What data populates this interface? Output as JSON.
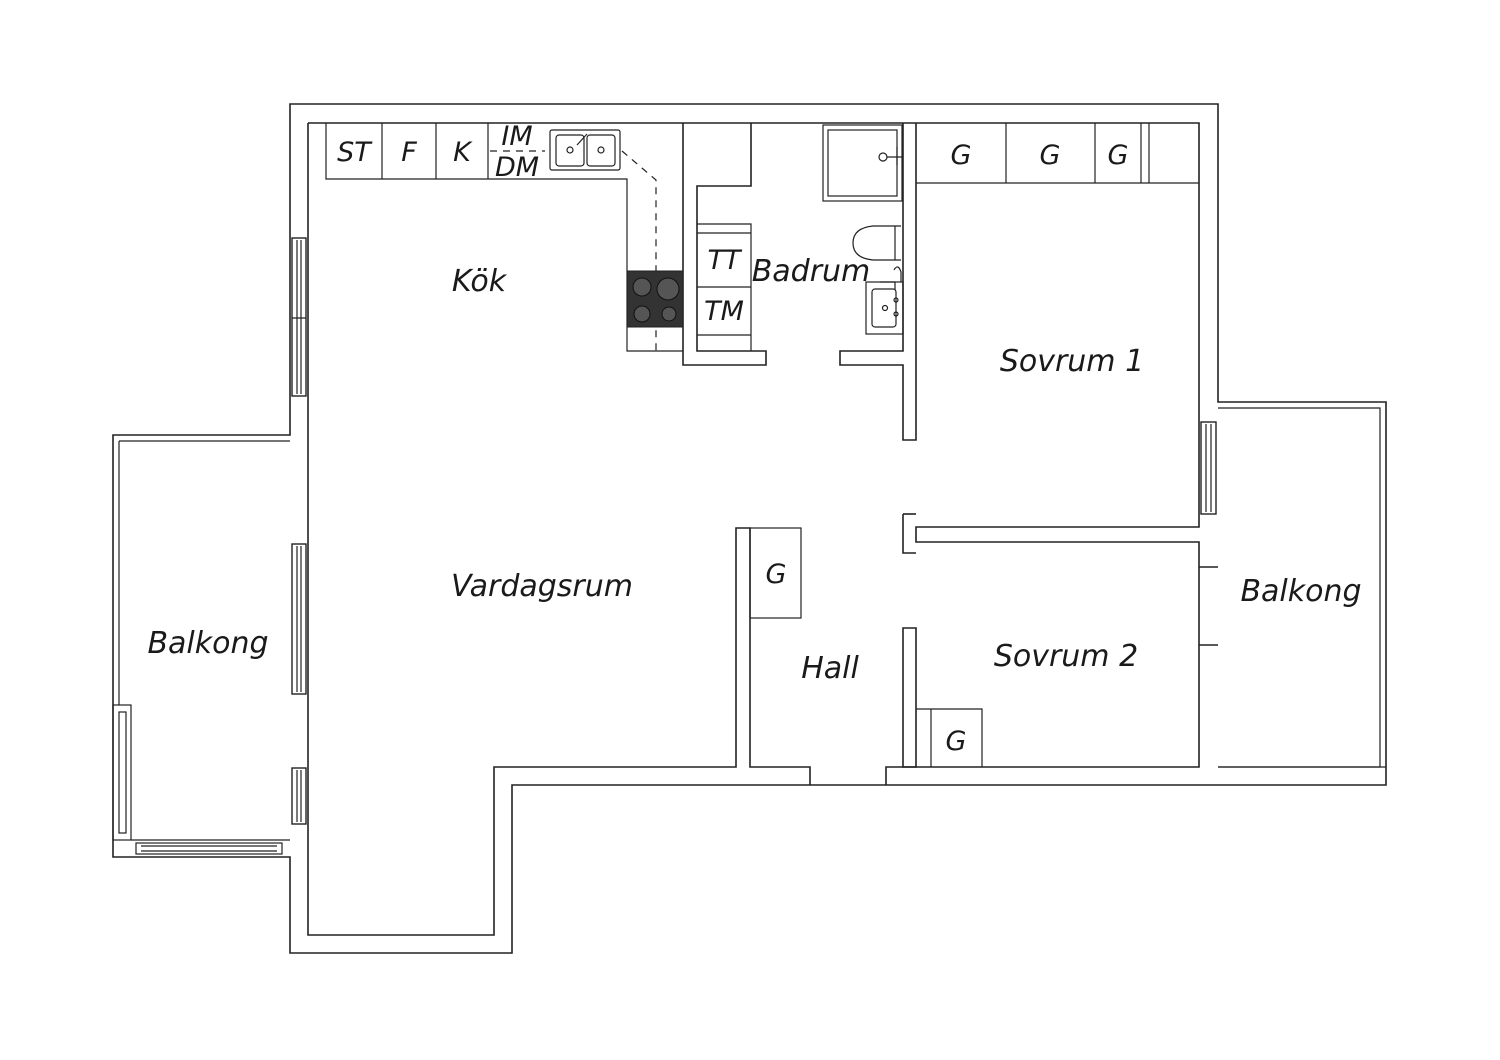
{
  "rooms": {
    "kitchen": "Kök",
    "living": "Vardagsrum",
    "bathroom": "Badrum",
    "bedroom1": "Sovrum 1",
    "bedroom2": "Sovrum 2",
    "hall": "Hall",
    "balcony_left": "Balkong",
    "balcony_right": "Balkong"
  },
  "fixtures": {
    "stove": "ST",
    "fridge": "F",
    "cupboard": "K",
    "microwave": "IM",
    "dishwasher": "DM",
    "tumble_dryer": "TT",
    "washing_machine": "TM",
    "wardrobe": "G"
  },
  "colors": {
    "line": "#222222",
    "background": "#ffffff",
    "hob": "#333333"
  }
}
